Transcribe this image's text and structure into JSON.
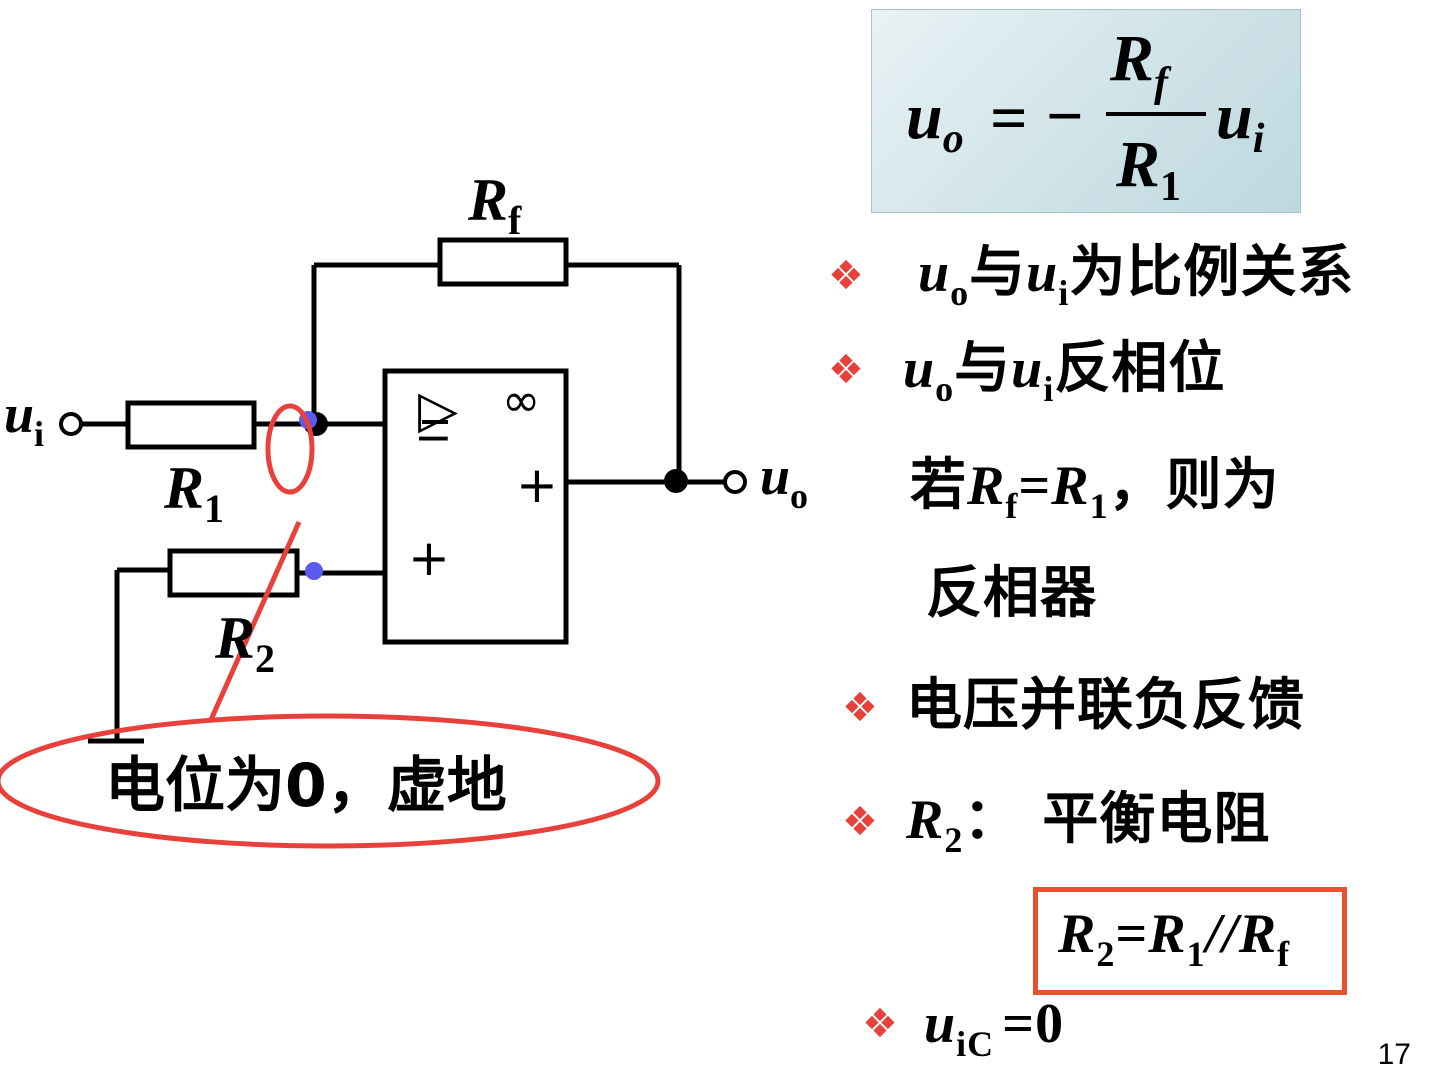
{
  "formula": {
    "lhs_var": "u",
    "lhs_sub": "o",
    "equals": "=",
    "minus": "−",
    "num_var": "R",
    "num_sub": "f",
    "den_var": "R",
    "den_sub": "1",
    "rhs_var": "u",
    "rhs_sub": "i"
  },
  "bullet_glyph": "❖",
  "bullets": {
    "b1": {
      "v1": "u",
      "s1": "o",
      "mid": "与",
      "v2": "u",
      "s2": "i",
      "text": "为比例关系"
    },
    "b2": {
      "v1": "u",
      "s1": "o",
      "mid": "与",
      "v2": "u",
      "s2": "i",
      "text": "反相位"
    },
    "note": {
      "prefix": "若",
      "v1": "R",
      "s1": "f",
      "eq": "=",
      "v2": "R",
      "s2": "1",
      "suffix": "，则为",
      "line2": "反相器"
    },
    "b3": {
      "text": "电压并联负反馈"
    },
    "b4": {
      "var": "R",
      "sub": "2",
      "colon": "：",
      "text": "平衡电阻"
    },
    "boxed": {
      "v1": "R",
      "s1": "2",
      "eq": "=",
      "v2": "R",
      "s2": "1",
      "par": "//",
      "v3": "R",
      "s3": "f"
    },
    "b5": {
      "var": "u",
      "sub": "iC",
      "eq": "=0"
    }
  },
  "circuit": {
    "rf": {
      "var": "R",
      "sub": "f"
    },
    "r1": {
      "var": "R",
      "sub": "1"
    },
    "r2": {
      "var": "R",
      "sub": "2"
    },
    "ui": {
      "var": "u",
      "sub": "i"
    },
    "uo": {
      "var": "u",
      "sub": "o"
    },
    "opamp_triangle": "▷",
    "opamp_infinity": "∞",
    "opamp_minus": "−",
    "opamp_out_plus": "+",
    "opamp_in_plus": "+",
    "virtual_ground": "电位为0，虚地"
  },
  "colors": {
    "accent_red": "#e8403a",
    "node_blue": "#5a5af0",
    "box_red": "#e8512e"
  },
  "page_number": "17"
}
